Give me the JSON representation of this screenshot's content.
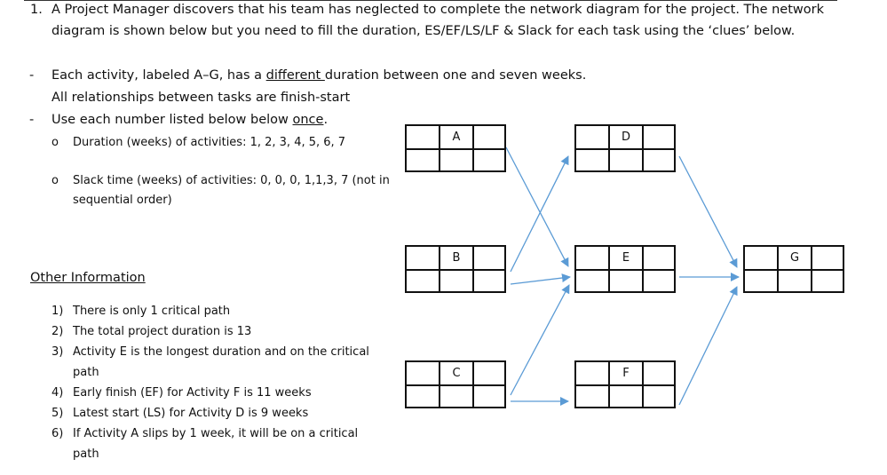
{
  "question": {
    "number": "1.",
    "line1": "A Project Manager discovers that his team has neglected to complete the network diagram for the project. The network",
    "line2": "diagram is shown below but you need to fill the duration, ES/EF/LS/LF & Slack for each task using the ‘clues’ below."
  },
  "clues": {
    "dash": "-",
    "c1_pre": "Each activity, labeled A–G, has a ",
    "c1_u": "different ",
    "c1_post": "duration between one and seven weeks.",
    "c1_line2": "All relationships between tasks are finish-start",
    "c2_pre": "Use each number listed below below ",
    "c2_u": "once",
    "c2_post": ".",
    "bullet": "o",
    "sub1": "Duration (weeks) of activities: 1, 2, 3, 4, 5, 6, 7",
    "sub2_line1": "Slack time (weeks) of activities: 0, 0, 0, 1,1,3, 7  (not in",
    "sub2_line2": "sequential order)"
  },
  "other": {
    "heading": "Other Information",
    "items": [
      {
        "num": "1)",
        "text": "There is only 1 critical path"
      },
      {
        "num": "2)",
        "text": "The total project duration is 13"
      },
      {
        "num": "3)",
        "text": "Activity E is the longest duration and on the critical",
        "cont": "path"
      },
      {
        "num": "4)",
        "text": "Early finish (EF) for Activity F is 11 weeks"
      },
      {
        "num": "5)",
        "text": "Latest start (LS) for Activity D is 9 weeks"
      },
      {
        "num": "6)",
        "text": "If Activity A slips by 1 week, it will be on a critical",
        "cont": "path"
      }
    ]
  },
  "diagram": {
    "arrow_color": "#5b9bd5",
    "nodes": [
      "A",
      "B",
      "C",
      "D",
      "E",
      "F",
      "G"
    ]
  }
}
